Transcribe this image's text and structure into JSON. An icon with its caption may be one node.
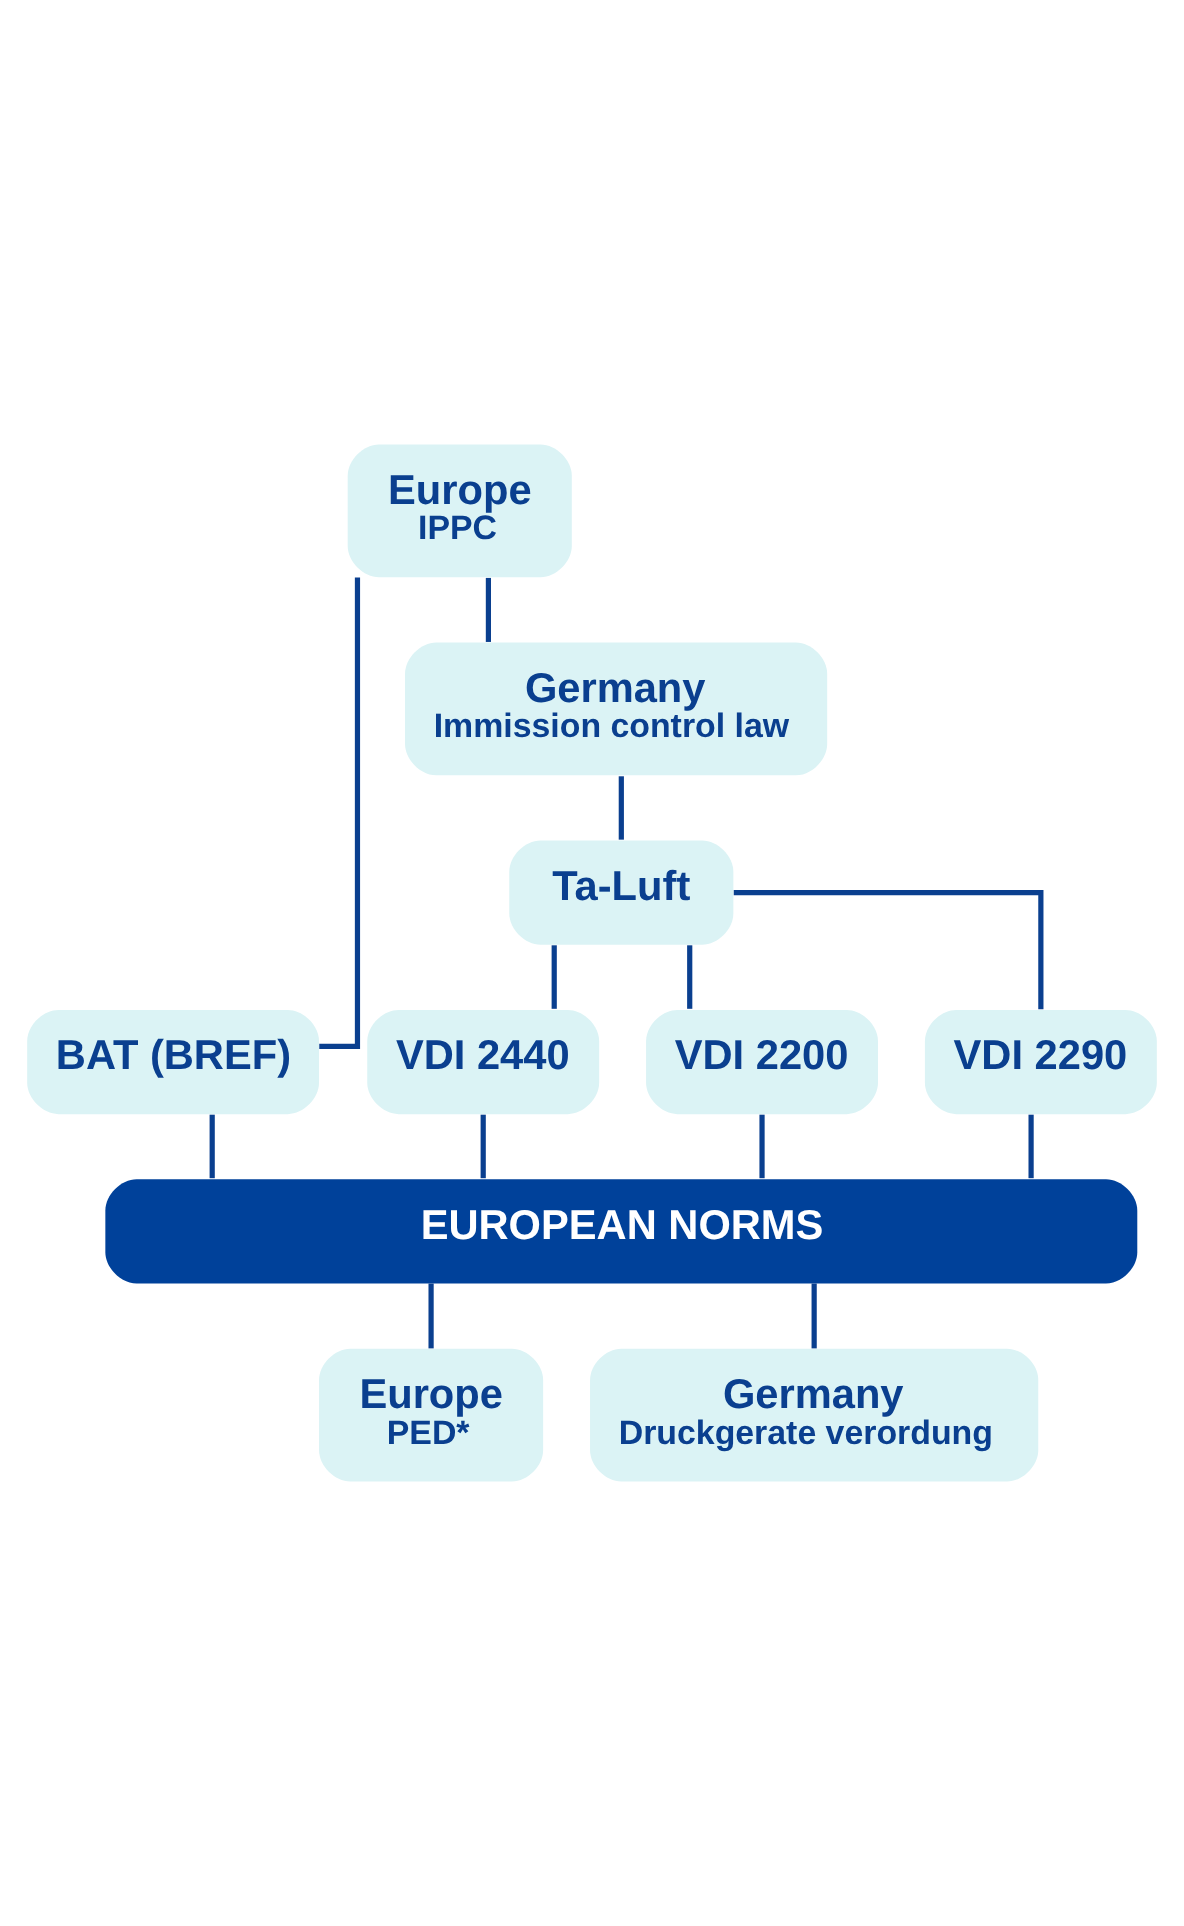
{
  "diagram": {
    "nodes": [
      {
        "text": [
          "Europe",
          "IPPC"
        ]
      },
      {
        "text": [
          "Germany",
          "Immission control law"
        ]
      },
      {
        "text": [
          "Ta-Luft"
        ]
      },
      {
        "text": [
          "BAT (BREF)"
        ]
      },
      {
        "text": [
          "VDI 2440"
        ]
      },
      {
        "text": [
          "VDI 2200"
        ]
      },
      {
        "text": [
          "VDI 2290"
        ]
      },
      {
        "text": [
          "EUROPEAN NORMS"
        ]
      },
      {
        "text": [
          "Europe",
          "PED*"
        ]
      },
      {
        "text": [
          "Germany",
          "Druckgerate verordung"
        ]
      }
    ],
    "edges": [
      {
        "from": 0,
        "to": 1,
        "arrow": "none"
      },
      {
        "from": 1,
        "to": 2,
        "arrow": "none"
      },
      {
        "from": 0,
        "to": 3,
        "arrow": "none"
      },
      {
        "from": 2,
        "to": 4,
        "arrow": "none"
      },
      {
        "from": 2,
        "to": 5,
        "arrow": "none"
      },
      {
        "from": 2,
        "to": 6,
        "arrow": "none"
      },
      {
        "from": 3,
        "to": 7,
        "arrow": "none"
      },
      {
        "from": 4,
        "to": 7,
        "arrow": "none"
      },
      {
        "from": 5,
        "to": 7,
        "arrow": "none"
      },
      {
        "from": 6,
        "to": 7,
        "arrow": "none"
      },
      {
        "from": 7,
        "to": 8,
        "arrow": "none"
      },
      {
        "from": 7,
        "to": 9,
        "arrow": "none"
      }
    ]
  }
}
